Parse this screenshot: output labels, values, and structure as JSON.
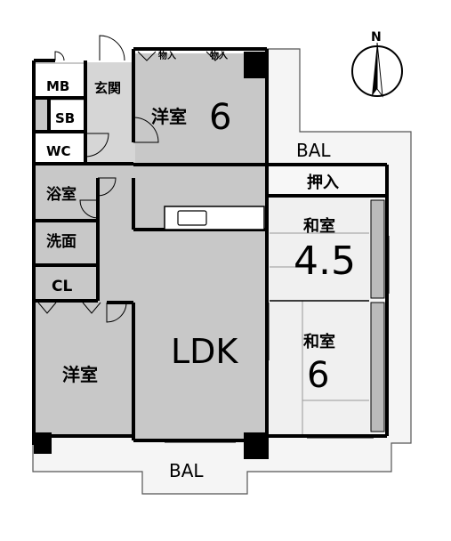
{
  "rooms": {
    "mb": "MB",
    "genkan": "玄関",
    "sb": "SB",
    "wc": "WC",
    "yokushitsu": "浴室",
    "senmen": "洗面",
    "cl": "CL",
    "youshitsu_top": "洋室",
    "youshitsu_top_size": "6",
    "youshitsu_bottom": "洋室",
    "ldk": "LDK",
    "washitsu_top": "和室",
    "washitsu_top_size": "4.5",
    "washitsu_bottom": "和室",
    "washitsu_bottom_size": "6",
    "oshiire": "押入",
    "monoire_1": "物入",
    "monoire_2": "物入",
    "bal_right": "BAL",
    "bal_bottom": "BAL"
  },
  "compass": {
    "label": "N"
  },
  "colors": {
    "floor": "#c8c8c8",
    "tatami": "#f0f0f0",
    "balcony": "#f5f5f5",
    "wall": "#000000"
  }
}
